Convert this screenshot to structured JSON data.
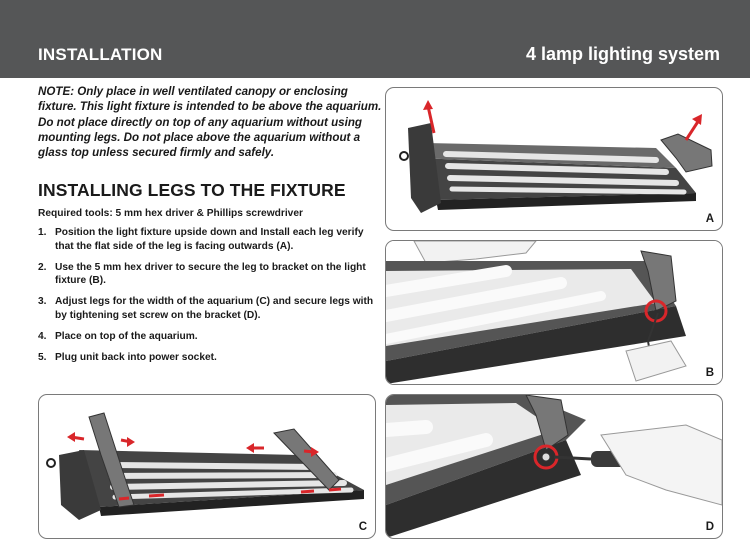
{
  "header": {
    "title": "INSTALLATION",
    "subtitle": "4 lamp lighting system"
  },
  "note": "NOTE: Only place in well ventilated canopy or enclosing fixture. This light fixture is intended to be above the aquarium. Do not place directly on top of any aquarium without using mounting legs. Do not place above the aquarium without a glass top unless secured firmly and safely.",
  "section_title": "INSTALLING LEGS TO THE FIXTURE",
  "required_tools": "Required tools: 5 mm hex driver & Phillips screwdriver",
  "steps": [
    {
      "num": "1.",
      "text": "Position the light fixture upside down and Install each leg verify that the flat side of the leg is facing outwards (A)."
    },
    {
      "num": "2.",
      "text": "Use the 5 mm hex driver to secure the leg to bracket on the light fixture (B)."
    },
    {
      "num": "3.",
      "text": "Adjust legs for the width of the aquarium (C) and secure legs with by tightening set screw on the bracket (D)."
    },
    {
      "num": "4.",
      "text": "Place on top of the aquarium."
    },
    {
      "num": "5.",
      "text": "Plug unit back into power socket."
    }
  ],
  "figures": [
    {
      "label": "A"
    },
    {
      "label": "B"
    },
    {
      "label": "C"
    },
    {
      "label": "D"
    }
  ],
  "colors": {
    "header_bg": "#555657",
    "arrow": "#d9262a",
    "fixture_dark": "#3a3a3a",
    "lamp": "#e6e6e6"
  }
}
